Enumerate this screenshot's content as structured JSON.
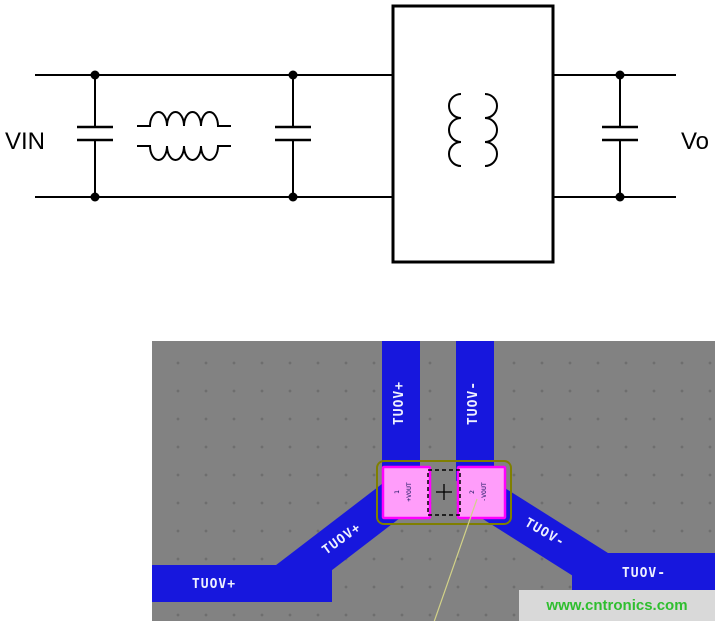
{
  "colors": {
    "schematic_ink": "#000000",
    "trace_blue": "#1717dd",
    "trace_text": "#eef0ff",
    "pad_fill": "#ff9dfa",
    "pad_border": "#ff00ff",
    "pad_text": "#14145e",
    "courtyard_olive": "#7f7f00",
    "board_gray": "#828282",
    "board_dot": "#6e6e6e",
    "ratsnest_yellow": "#d2d288",
    "watermark_bg": "#d9d9d9",
    "watermark_green": "#2fbe2f"
  },
  "schematic": {
    "vin_label": "VIN",
    "vout_label": "Vo"
  },
  "pcb": {
    "trace_labels": {
      "vertical_left": {
        "net": "+VOUT",
        "display": "TUOV+"
      },
      "vertical_right": {
        "net": "-VOUT",
        "display": "TUOV-"
      },
      "diagonal_left": {
        "net": "+VOUT",
        "display": "TUOV+"
      },
      "diagonal_right": {
        "net": "-VOUT",
        "display": "TUOV-"
      },
      "bottom_left": {
        "net": "+VOUT",
        "display": "TUOV+"
      },
      "bottom_right": {
        "net": "-VOUT",
        "display": "TUOV-"
      }
    },
    "pads": {
      "pad1": {
        "number": "1",
        "net": "+VOUT"
      },
      "pad2": {
        "number": "2",
        "net": "-VOUT"
      }
    }
  },
  "watermark": {
    "text": "www.cntronics.com"
  }
}
